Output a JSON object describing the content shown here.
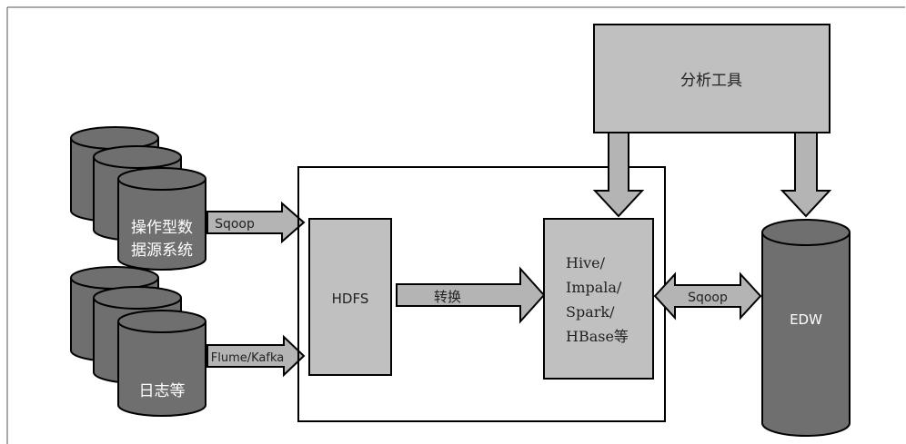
{
  "operational_sources": {
    "label_line1": "操作型数",
    "label_line2": "据源系统"
  },
  "log_sources": {
    "label": "日志等"
  },
  "sqoop_in": {
    "label": "Sqoop"
  },
  "flume_kafka": {
    "label": "Flume/Kafka"
  },
  "hdfs": {
    "label": "HDFS"
  },
  "transform": {
    "label": "转换"
  },
  "engines": {
    "lines": [
      "Hive/",
      "Impala/",
      "Spark/",
      "HBase等"
    ]
  },
  "sqoop_edw": {
    "label": "Sqoop"
  },
  "edw": {
    "label": "EDW"
  },
  "analytics": {
    "label": "分析工具"
  },
  "colors": {
    "cylinder": "#6f6f6f",
    "box_fill": "#c0c0c0",
    "arrow_fill": "#b4b4b4",
    "outline": "#000000"
  }
}
